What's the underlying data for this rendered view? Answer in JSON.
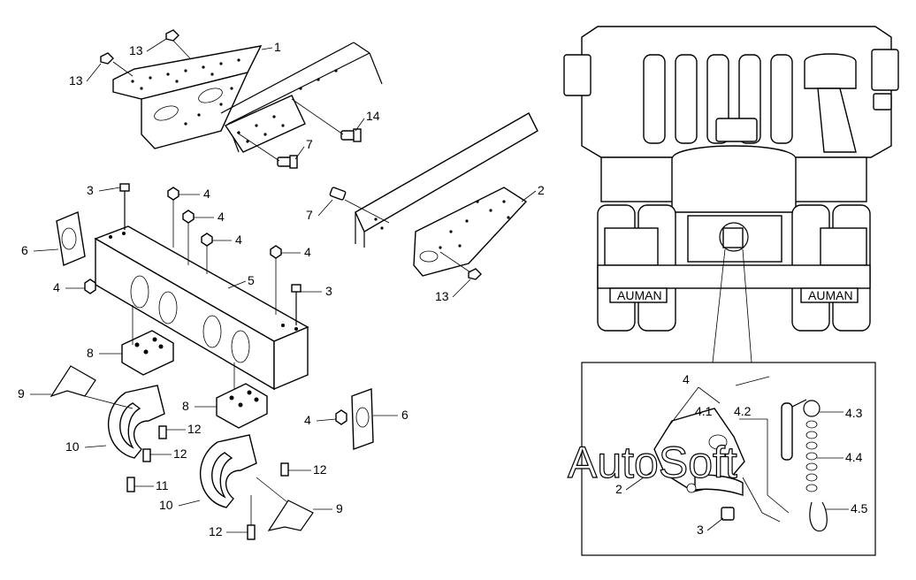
{
  "watermark": "AutoSoft",
  "truck_badges": {
    "left": "AUMAN",
    "right": "AUMAN"
  },
  "callouts": {
    "l1": "1",
    "l2": "2",
    "l3a": "3",
    "l3b": "3",
    "l4a": "4",
    "l4b": "4",
    "l4c": "4",
    "l4d": "4",
    "l4e": "4",
    "l4f": "4",
    "l5": "5",
    "l6a": "6",
    "l6b": "6",
    "l7a": "7",
    "l7b": "7",
    "l8a": "8",
    "l8b": "8",
    "l9a": "9",
    "l9b": "9",
    "l10a": "10",
    "l10b": "10",
    "l11": "11",
    "l12a": "12",
    "l12b": "12",
    "l12c": "12",
    "l12d": "12",
    "l13a": "13",
    "l13b": "13",
    "l13c": "13",
    "l14": "14"
  },
  "detail_callouts": {
    "d4": "4",
    "d41": "4.1",
    "d42": "4.2",
    "d43": "4.3",
    "d44": "4.4",
    "d45": "4.5",
    "d2": "2",
    "d3": "3"
  }
}
